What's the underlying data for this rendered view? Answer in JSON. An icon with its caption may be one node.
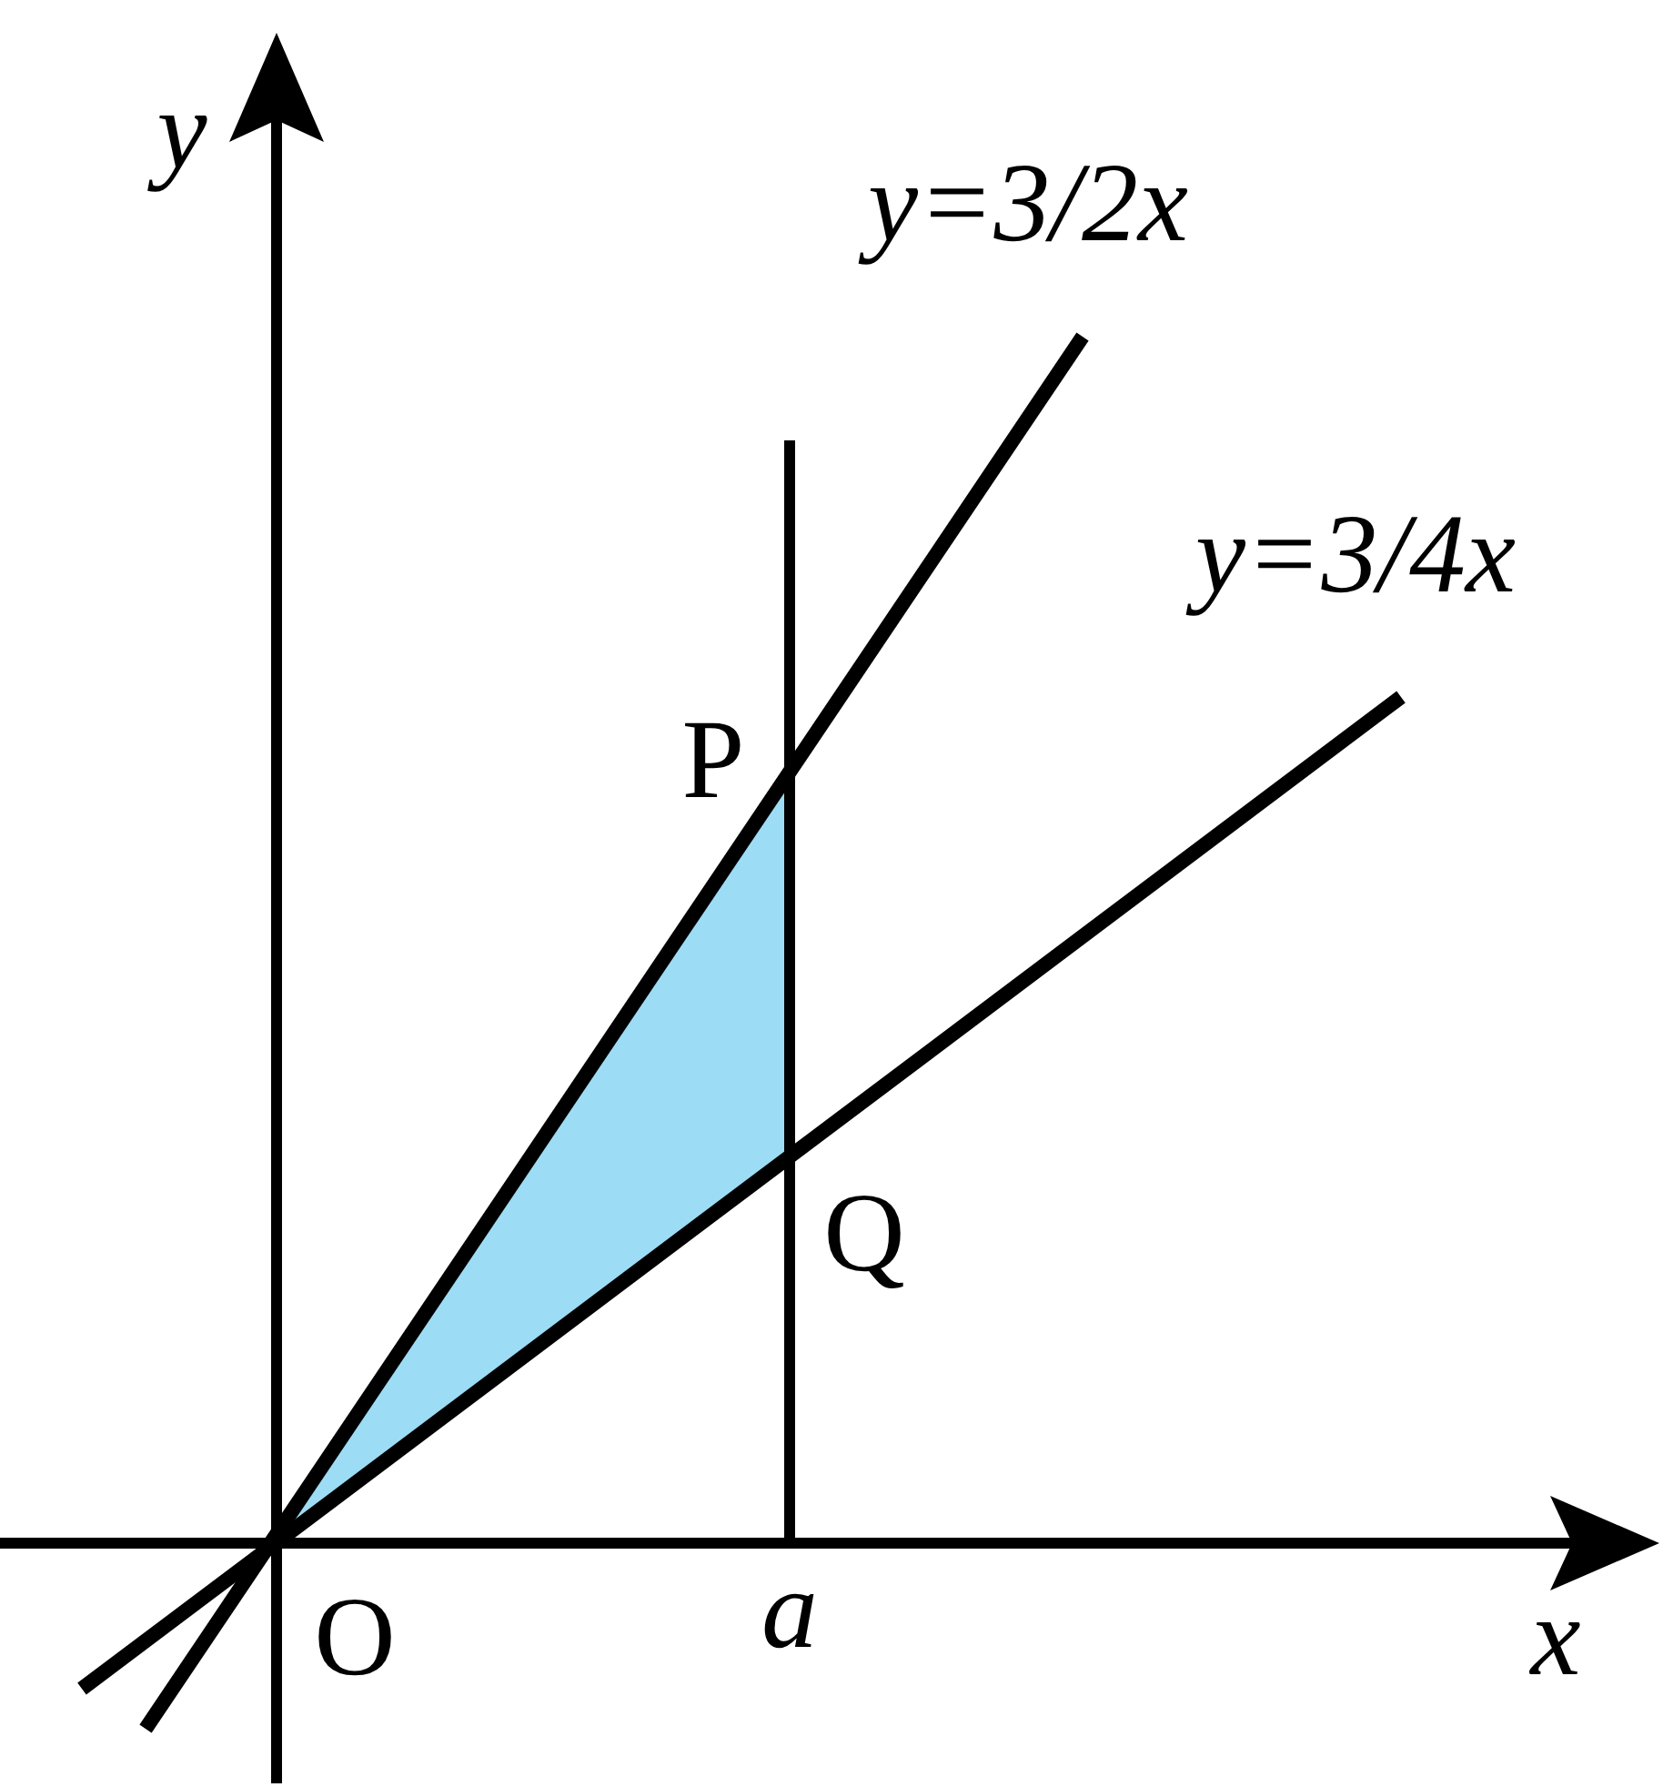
{
  "diagram": {
    "labels": [
      "y",
      "y=3/2x",
      "y=3/4x",
      "P",
      "Q",
      "O",
      "a",
      "x"
    ]
  }
}
